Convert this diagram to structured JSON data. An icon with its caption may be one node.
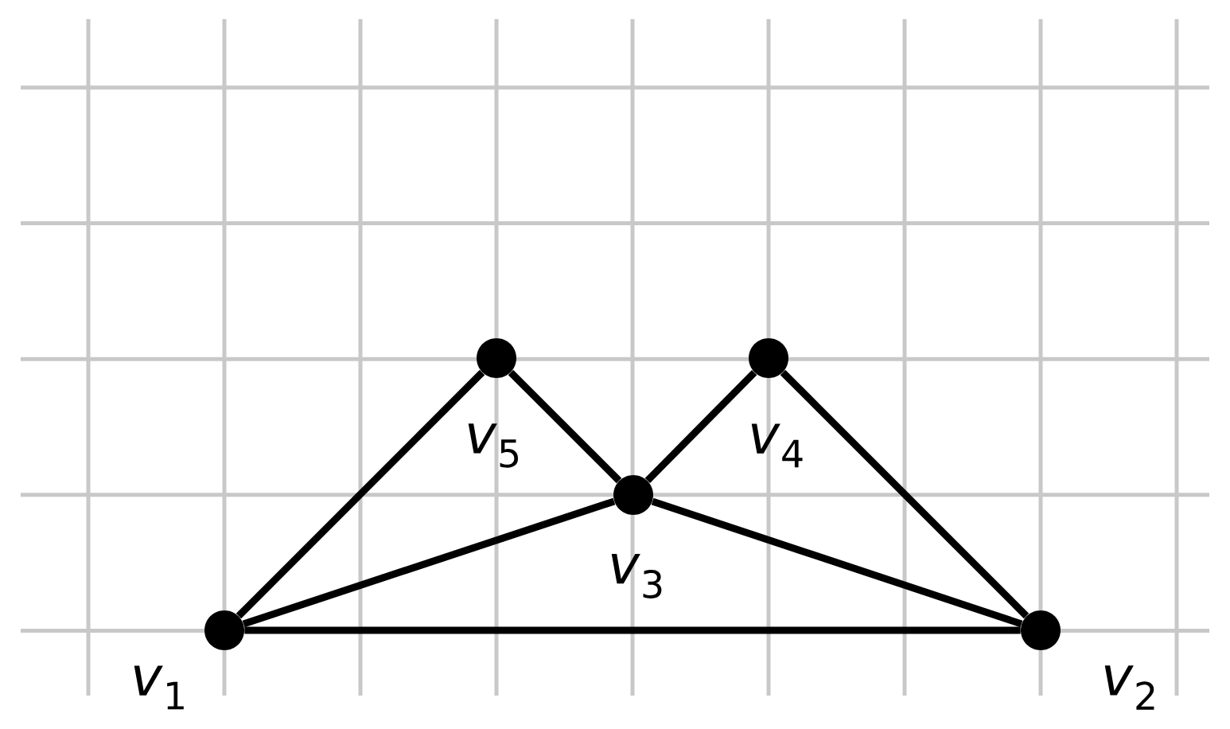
{
  "diagram": {
    "nodes": [
      {
        "text": [],
        "shape": "circle",
        "beside": [
          "*v*$_{1}$"
        ]
      },
      {
        "text": [],
        "shape": "circle",
        "beside": [
          "*v*$_{2}$"
        ]
      },
      {
        "text": [],
        "shape": "circle",
        "beside": [
          "*v*$_{3}$"
        ]
      },
      {
        "text": [],
        "shape": "circle",
        "beside": [
          "*v*$_{4}$"
        ]
      },
      {
        "text": [],
        "shape": "circle",
        "beside": [
          "*v*$_{5}$"
        ]
      }
    ],
    "edges": [
      {
        "from": 0,
        "to": 4,
        "arrow": "none"
      },
      {
        "from": 4,
        "to": 2,
        "arrow": "none"
      },
      {
        "from": 2,
        "to": 3,
        "arrow": "none"
      },
      {
        "from": 3,
        "to": 1,
        "arrow": "none"
      },
      {
        "from": 0,
        "to": 2,
        "arrow": "none"
      },
      {
        "from": 2,
        "to": 1,
        "arrow": "none"
      },
      {
        "from": 0,
        "to": 1,
        "arrow": "none"
      }
    ]
  }
}
